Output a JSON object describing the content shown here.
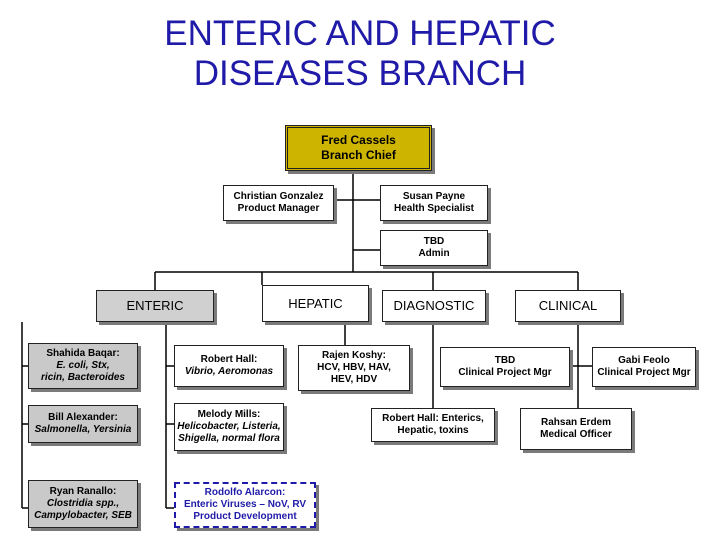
{
  "title": {
    "line1": "ENTERIC AND HEPATIC",
    "line2": "DISEASES BRANCH"
  },
  "chief": {
    "name": "Fred Cassels",
    "role": "Branch Chief"
  },
  "staff": {
    "product_manager": {
      "name": "Christian Gonzalez",
      "role": "Product Manager"
    },
    "health_specialist": {
      "name": "Susan Payne",
      "role": "Health Specialist"
    },
    "admin": {
      "name": "TBD",
      "role": "Admin"
    }
  },
  "departments": {
    "enteric": "ENTERIC",
    "hepatic": "HEPATIC",
    "diagnostic": "DIAGNOSTIC",
    "clinical": "CLINICAL"
  },
  "enteric_staff": [
    {
      "name": "Shahida Baqar:",
      "detail1": "E. coli, Stx,",
      "detail2": "ricin, Bacteroides"
    },
    {
      "name": "Bill Alexander:",
      "detail1": "Salmonella, Yersinia"
    },
    {
      "name": "Ryan Ranallo:",
      "detail1": "Clostridia spp.,",
      "detail2": "Campylobacter, SEB"
    }
  ],
  "hepatic_staff": [
    {
      "name": "Robert Hall:",
      "detail1": "Vibrio, Aeromonas"
    },
    {
      "name": "Melody Mills:",
      "detail1": "Helicobacter, Listeria,",
      "detail2": "Shigella, normal flora"
    },
    {
      "line1": "Rodolfo Alarcon:",
      "line2": "Enteric Viruses – NoV, RV",
      "line3": "Product Development"
    }
  ],
  "diagnostic_staff": [
    {
      "name": "Rajen Koshy:",
      "detail1": "HCV, HBV, HAV,",
      "detail2": "HEV, HDV"
    },
    {
      "line1": "Robert Hall: Enterics,",
      "line2": "Hepatic, toxins"
    }
  ],
  "clinical_staff": [
    {
      "name": "TBD",
      "role": "Clinical Project Mgr"
    },
    {
      "name": "Gabi Feolo",
      "role": "Clinical Project Mgr"
    },
    {
      "name": "Rahsan Erdem",
      "role": "Medical Officer"
    }
  ]
}
